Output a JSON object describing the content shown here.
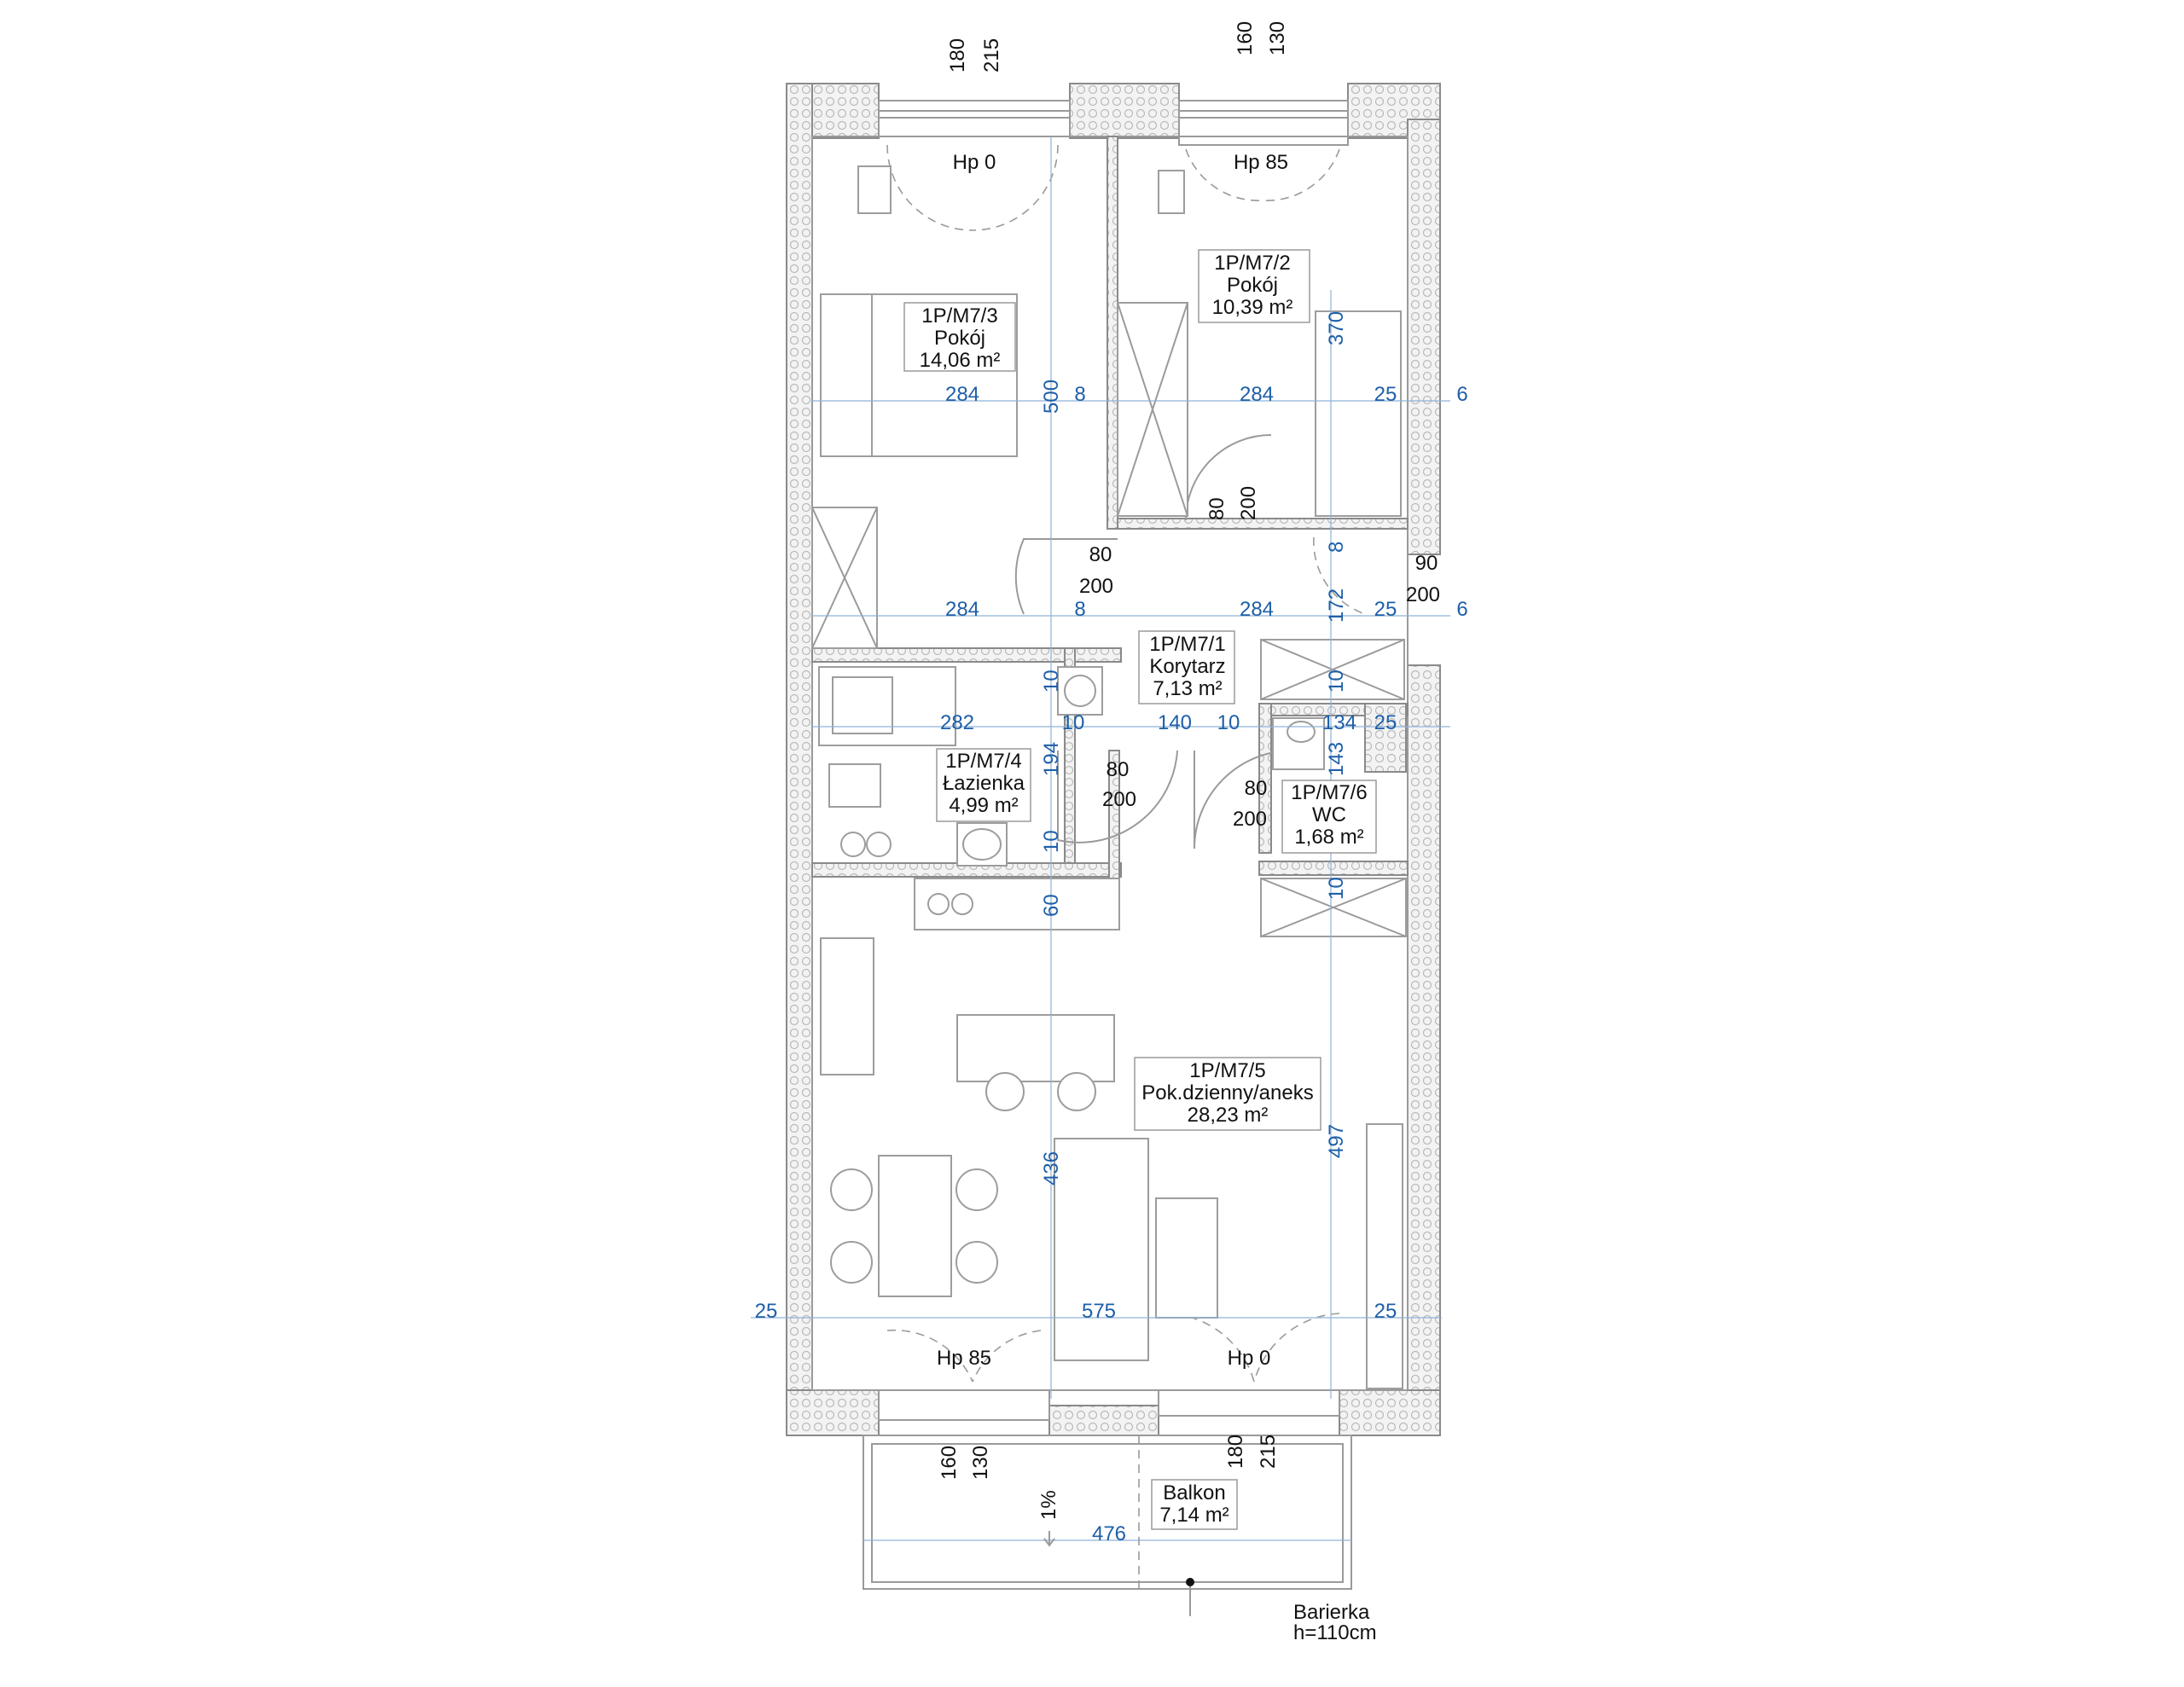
{
  "rooms": [
    {
      "id": "1P/M7/3",
      "name": "Pokój",
      "area": "14,06 m²"
    },
    {
      "id": "1P/M7/2",
      "name": "Pokój",
      "area": "10,39 m²"
    },
    {
      "id": "1P/M7/1",
      "name": "Korytarz",
      "area": "7,13 m²"
    },
    {
      "id": "1P/M7/4",
      "name": "Łazienka",
      "area": "4,99 m²"
    },
    {
      "id": "1P/M7/6",
      "name": "WC",
      "area": "1,68 m²"
    },
    {
      "id": "1P/M7/5",
      "name": "Pok.dzienny/aneks",
      "area": "28,23 m²"
    },
    {
      "id": "",
      "name": "Balkon",
      "area": "7,14 m²"
    }
  ],
  "window_labels": [
    "Hp 0",
    "Hp 85",
    "Hp 85",
    "Hp 0"
  ],
  "window_heights": [
    [
      "180",
      "215"
    ],
    [
      "160",
      "130"
    ],
    [
      "160",
      "130"
    ],
    [
      "180",
      "215"
    ]
  ],
  "door_dims": [
    [
      "80",
      "200"
    ],
    [
      "80",
      "200"
    ],
    [
      "90",
      "200"
    ],
    [
      "80",
      "200"
    ],
    [
      "80",
      "200"
    ]
  ],
  "blue_dims": [
    "284",
    "8",
    "284",
    "25",
    "6",
    "284",
    "8",
    "284",
    "172",
    "25",
    "6",
    "282",
    "10",
    "140",
    "10",
    "134",
    "25",
    "10",
    "194",
    "10",
    "60",
    "10",
    "143",
    "10",
    "500",
    "370",
    "8",
    "436",
    "497",
    "25",
    "575",
    "25",
    "476"
  ],
  "balcony": {
    "slope": "1%",
    "barrier_line1": "Barierka",
    "barrier_line2": "h=110cm"
  },
  "colors": {
    "dimension": "#1e5fa8",
    "wall_outline": "#8a8a8a",
    "text": "#111111"
  }
}
